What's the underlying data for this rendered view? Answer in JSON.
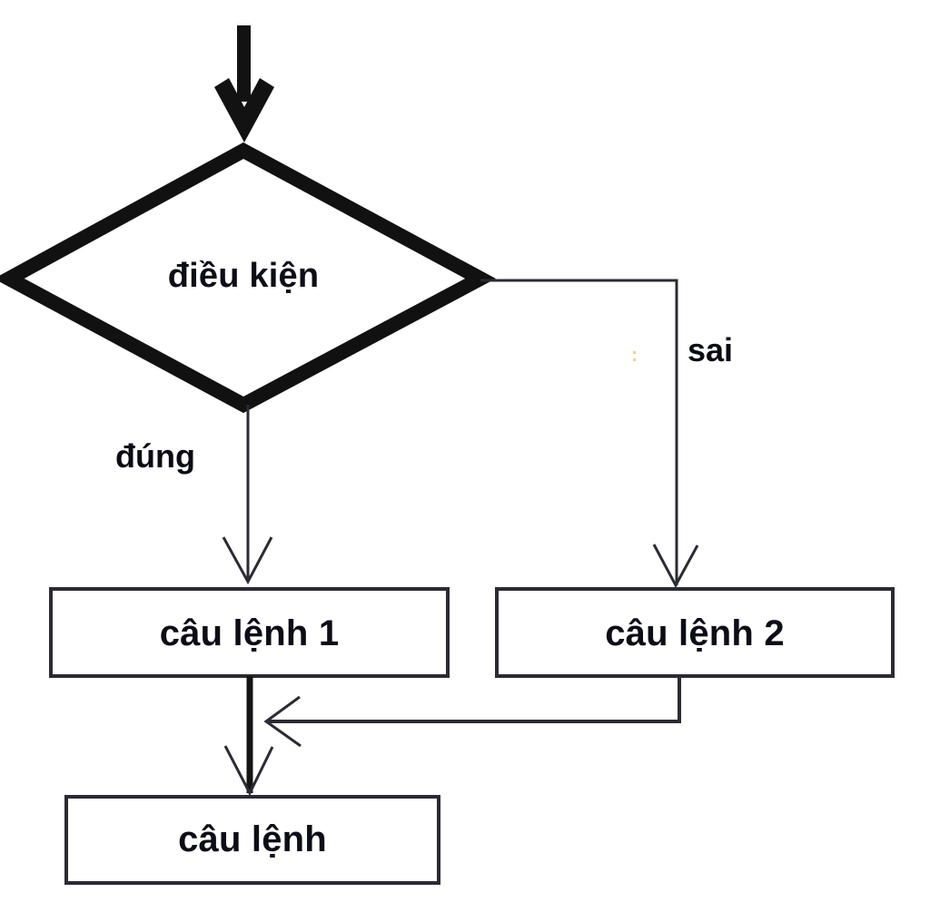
{
  "diagram": {
    "type": "flowchart",
    "title": "",
    "language": "vi",
    "nodes": [
      {
        "id": "start-arrow",
        "shape": "arrow",
        "label": "",
        "icon": "down-arrow-icon"
      },
      {
        "id": "condition",
        "shape": "diamond",
        "label": "điều kiện"
      },
      {
        "id": "statement-1",
        "shape": "rectangle",
        "label": "câu lệnh 1"
      },
      {
        "id": "statement-2",
        "shape": "rectangle",
        "label": "câu lệnh 2"
      },
      {
        "id": "statement-next",
        "shape": "rectangle",
        "label": "câu lệnh"
      }
    ],
    "edges": [
      {
        "id": "edge-true",
        "from": "condition",
        "to": "statement-1",
        "label": "đúng"
      },
      {
        "id": "edge-false",
        "from": "condition",
        "to": "statement-2",
        "label": "sai"
      },
      {
        "id": "edge-merge-1",
        "from": "statement-1",
        "to": "statement-next",
        "label": ""
      },
      {
        "id": "edge-merge-2",
        "from": "statement-2",
        "to": "statement-next",
        "label": ""
      }
    ],
    "artifact_mark": ":",
    "colors": {
      "stroke": "#1a1a1a",
      "thin_stroke": "#2b2b33",
      "text": "#0d0d16",
      "background": "#ffffff",
      "artifact": "#e8a33d"
    }
  }
}
